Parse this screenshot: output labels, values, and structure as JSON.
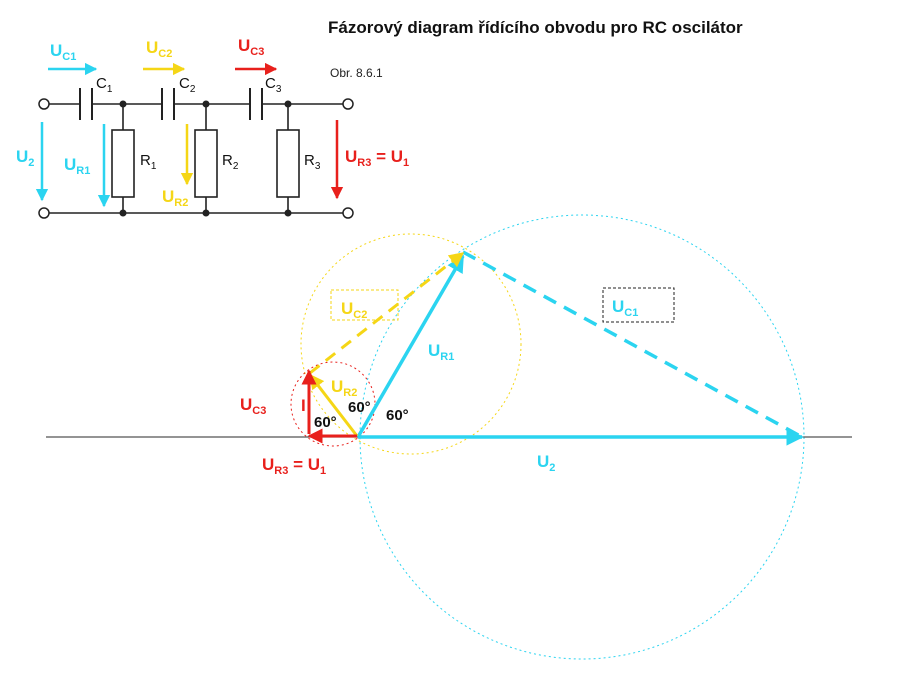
{
  "header": {
    "title": "Fázorový diagram řídícího obvodu pro RC oscilátor",
    "figure_number": "Obr. 8.6.1"
  },
  "colors": {
    "cyan": "#2bd4f0",
    "yellow": "#f5d616",
    "red": "#e8201c",
    "line": "#222222",
    "axis": "#555555"
  },
  "circuit": {
    "capacitors": [
      {
        "base": "C",
        "sub": "1"
      },
      {
        "base": "C",
        "sub": "2"
      },
      {
        "base": "C",
        "sub": "3"
      }
    ],
    "resistors": [
      {
        "base": "R",
        "sub": "1"
      },
      {
        "base": "R",
        "sub": "2"
      },
      {
        "base": "R",
        "sub": "3"
      }
    ],
    "voltage_labels": {
      "uc1": {
        "base": "U",
        "sub": "C1"
      },
      "uc2": {
        "base": "U",
        "sub": "C2"
      },
      "uc3": {
        "base": "U",
        "sub": "C3"
      },
      "u2": {
        "base": "U",
        "sub": "2"
      },
      "ur1": {
        "base": "U",
        "sub": "R1"
      },
      "ur2": {
        "base": "U",
        "sub": "R2"
      },
      "ur3": {
        "base": "U",
        "sub": "R3",
        "rest": " = U",
        "rest_sub": "1"
      }
    }
  },
  "phasor": {
    "labels": {
      "uc1": {
        "base": "U",
        "sub": "C1"
      },
      "uc2": {
        "base": "U",
        "sub": "C2"
      },
      "uc3": {
        "base": "U",
        "sub": "C3"
      },
      "ur1": {
        "base": "U",
        "sub": "R1"
      },
      "ur2": {
        "base": "U",
        "sub": "R2"
      },
      "ur3": {
        "base": "U",
        "sub": "R3",
        "rest": " = U",
        "rest_sub": "1"
      },
      "u2": {
        "base": "U",
        "sub": "2"
      },
      "current": "I"
    },
    "angles": [
      "60°",
      "60°",
      "60°"
    ]
  }
}
